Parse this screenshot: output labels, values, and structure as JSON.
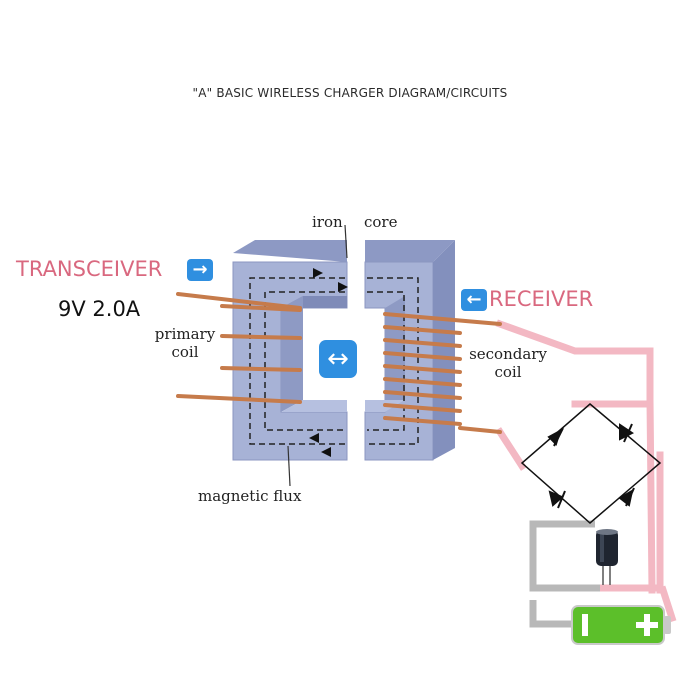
{
  "title": "\"A\" BASIC WIRELESS CHARGER DIAGRAM/CIRCUITS",
  "labels": {
    "transceiver": "TRANSCEIVER",
    "receiver": "RECEIVER",
    "spec": "9V 2.0A",
    "iron": "iron",
    "core": "core",
    "primary_coil": "primary coil",
    "secondary_coil": "secondary coil",
    "magnetic_flux": "magnetic flux"
  },
  "icons": {
    "transceiver_arrow": "right-arrow-icon",
    "receiver_arrow": "left-arrow-icon",
    "exchange": "left-right-arrow-icon",
    "battery": "battery-icon",
    "capacitor": "capacitor-icon"
  },
  "colors": {
    "core": "#a7b2d6",
    "coil": "#c67b4b",
    "wire": "#f3b8c3",
    "label_pink": "#d9687f",
    "emoji_blue": "#2f8fe0",
    "battery_green": "#5cbf2a"
  }
}
